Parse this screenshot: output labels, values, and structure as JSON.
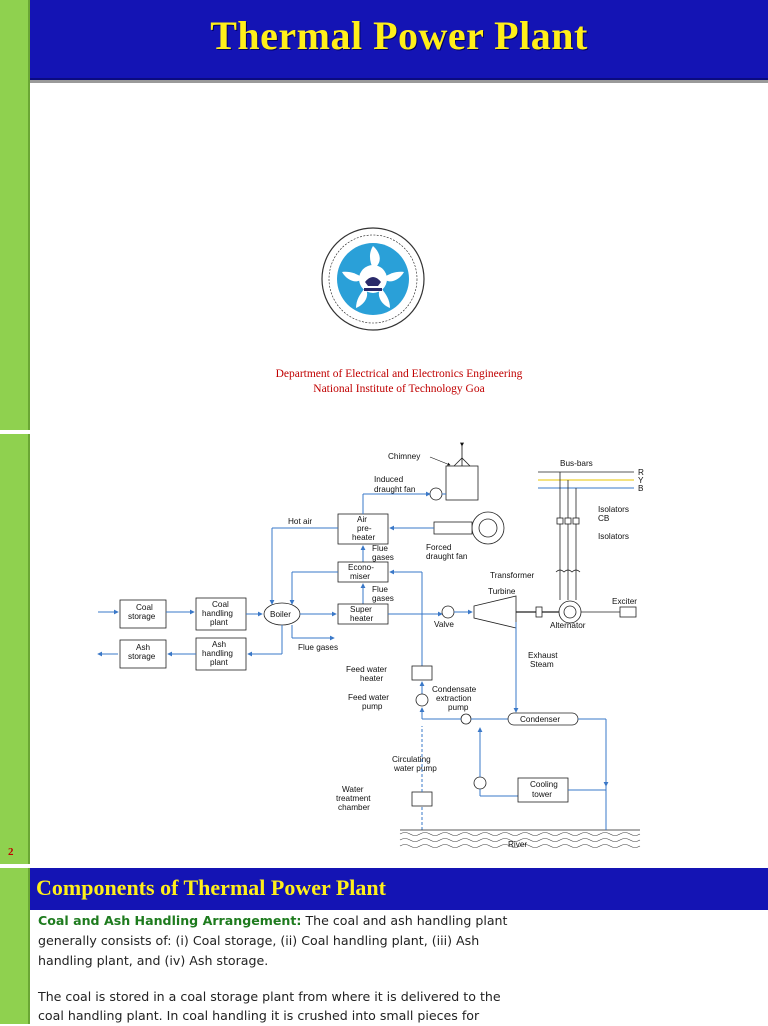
{
  "slide1": {
    "title": "Thermal Power Plant",
    "dept_line1": "Department of Electrical and Electronics Engineering",
    "dept_line2": "National Institute of Technology Goa"
  },
  "slide2": {
    "page_number": "2",
    "diagram_labels": {
      "chimney": "Chimney",
      "induced_fan_1": "Induced",
      "induced_fan_2": "draught fan",
      "hot_air": "Hot air",
      "air_preheater_1": "Air",
      "air_preheater_2": "pre-",
      "air_preheater_3": "heater",
      "flue_gases_1a": "Flue",
      "flue_gases_1b": "gases",
      "forced_fan_1": "Forced",
      "forced_fan_2": "draught fan",
      "economiser_1": "Econo-",
      "economiser_2": "miser",
      "flue_gases_2a": "Flue",
      "flue_gases_2b": "gases",
      "coal_storage_1": "Coal",
      "coal_storage_2": "storage",
      "coal_handling_1": "Coal",
      "coal_handling_2": "handling",
      "coal_handling_3": "plant",
      "boiler": "Boiler",
      "super_heater_1": "Super",
      "super_heater_2": "heater",
      "valve": "Valve",
      "turbine": "Turbine",
      "alternator": "Alternator",
      "exciter": "Exciter",
      "ash_storage_1": "Ash",
      "ash_storage_2": "storage",
      "ash_handling_1": "Ash",
      "ash_handling_2": "handling",
      "ash_handling_3": "plant",
      "flue_gases_3": "Flue gases",
      "bus_bars": "Bus-bars",
      "phase_r": "R",
      "phase_y": "Y",
      "phase_b": "B",
      "isolators_cb_1": "Isolators",
      "isolators_cb_2": "CB",
      "isolators": "Isolators",
      "transformer": "Transformer",
      "exhaust_steam_1": "Exhaust",
      "exhaust_steam_2": "Steam",
      "feed_water_heater_1": "Feed water",
      "feed_water_heater_2": "heater",
      "feed_water_pump_1": "Feed water",
      "feed_water_pump_2": "pump",
      "condensate_1": "Condensate",
      "condensate_2": "extraction",
      "condensate_3": "pump",
      "condenser": "Condenser",
      "circulating_1": "Circulating",
      "circulating_2": "water pump",
      "cooling_tower_1": "Cooling",
      "cooling_tower_2": "tower",
      "water_treatment_1": "Water",
      "water_treatment_2": "treatment",
      "water_treatment_3": "chamber",
      "river": "River"
    }
  },
  "slide3": {
    "title": "Components of Thermal Power Plant",
    "para1_heading": "Coal and Ash Handling Arrangement:",
    "para1_line1": " The coal and ash handling plant",
    "para1_line2": "generally consists of: (i) Coal storage, (ii) Coal handling plant, (iii) Ash",
    "para1_line3": "handling plant, and (iv) Ash storage.",
    "para2_line1": "The coal is stored in a coal storage plant from where it is delivered to the",
    "para2_line2": "coal handling plant. In coal handling it is crushed into small pieces for"
  },
  "colors": {
    "title_bar": "#1414b4",
    "title_text": "#ffef1a",
    "side_bar": "#8fd14f",
    "dept_text": "#c00000",
    "heading_green": "#1e7b1e",
    "pipe_blue": "#3a78c8"
  }
}
